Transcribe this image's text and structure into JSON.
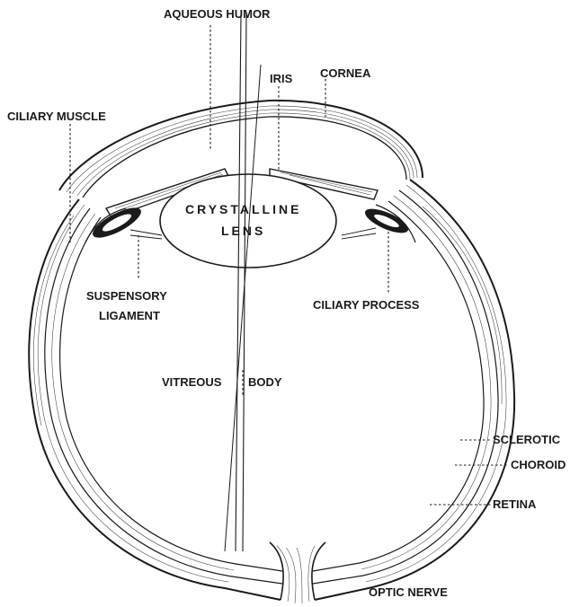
{
  "figure": {
    "labels": {
      "aqueous_humor": "AQUEOUS HUMOR",
      "iris": "IRIS",
      "cornea": "CORNEA",
      "ciliary_muscle": "CILIARY MUSCLE",
      "crystalline": "CRYSTALLINE",
      "lens": "LENS",
      "suspensory": "SUSPENSORY",
      "ligament": "LIGAMENT",
      "ciliary_process": "CILIARY PROCESS",
      "vitreous": "VITREOUS",
      "body": "BODY",
      "sclerotic": "SCLEROTIC",
      "choroid": "CHOROID",
      "retina": "RETINA",
      "optic_nerve": "OPTIC NERVE"
    },
    "ink_color": "#1a1a1a",
    "background_color": "#ffffff"
  }
}
